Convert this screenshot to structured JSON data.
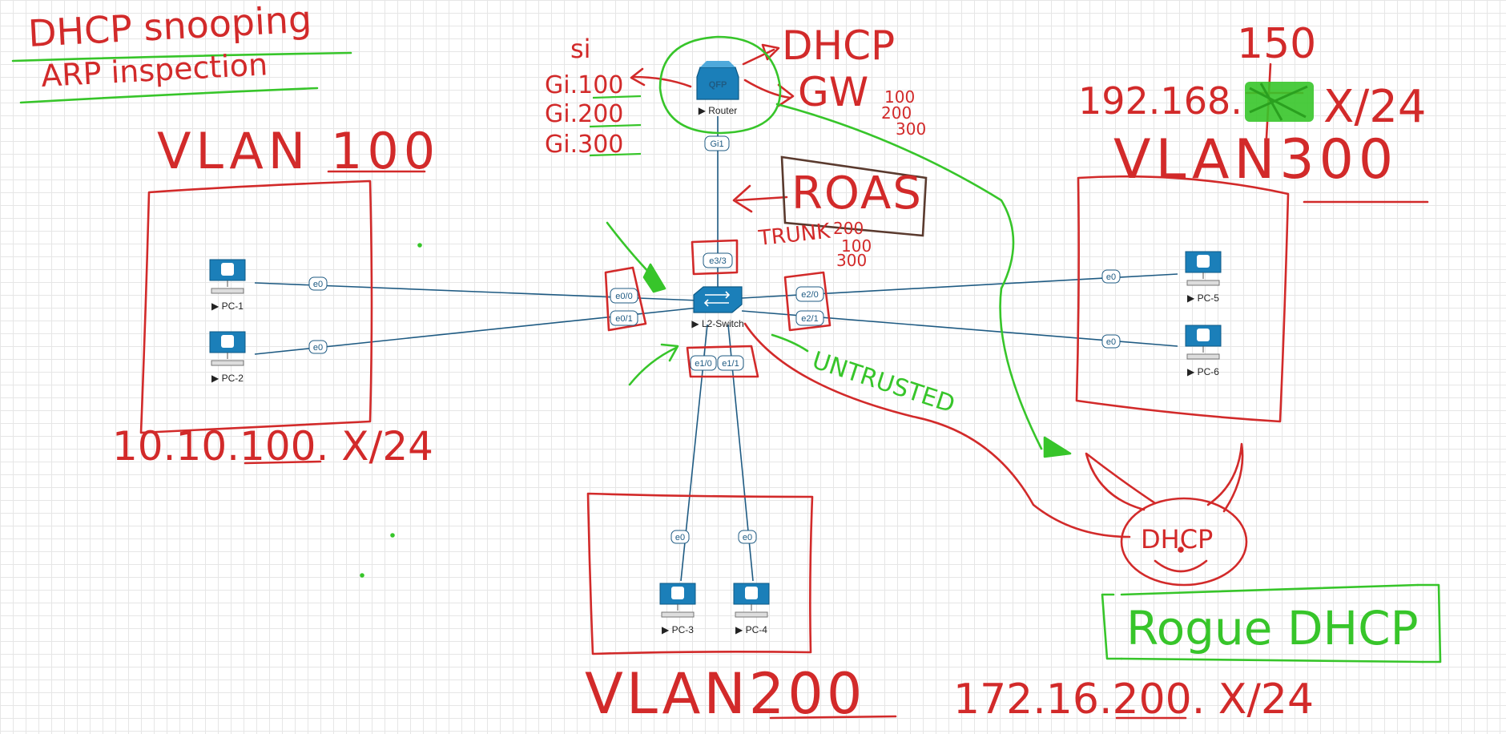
{
  "annotations": {
    "title_line1": "DHCP snooping",
    "title_line2": "ARP inspection",
    "vlan100": "VLAN 100",
    "vlan200": "VLAN200",
    "vlan300": "VLAN300",
    "subnet100": "10.10.100. X/24",
    "subnet200": "172.16.200. X/24",
    "subnet300_prefix": "192.168.",
    "subnet300_suffix": "X/24",
    "num150": "150",
    "si": "si",
    "gi100": "Gi.100",
    "gi200": "Gi.200",
    "gi300": "Gi.300",
    "dhcp": "DHCP",
    "gw": "GW",
    "gw_vlans": [
      "100",
      "200",
      "300"
    ],
    "rods": "ROAS",
    "trunk": "TRUNK",
    "trunk_vlans": [
      "200",
      "100",
      "300"
    ],
    "untrusted": "UNTRUSTED",
    "rogue_dhcp": "Rogue DHCP",
    "rogue_face": "DHCP"
  },
  "nodes": {
    "router": {
      "label": "Router",
      "badge": "QFP"
    },
    "switch": {
      "label": "L2-Switch"
    },
    "pc1": {
      "label": "PC-1"
    },
    "pc2": {
      "label": "PC-2"
    },
    "pc3": {
      "label": "PC-3"
    },
    "pc4": {
      "label": "PC-4"
    },
    "pc5": {
      "label": "PC-5"
    },
    "pc6": {
      "label": "PC-6"
    }
  },
  "ports": {
    "gi1": "Gi1",
    "e3_3": "e3/3",
    "e0_0": "e0/0",
    "e0_1": "e0/1",
    "e2_0": "e2/0",
    "e2_1": "e2/1",
    "e1_0": "e1/0",
    "e1_1": "e1/1",
    "pc1_e0": "e0",
    "pc2_e0": "e0",
    "pc3_e0": "e0",
    "pc4_e0": "e0",
    "pc5_e0": "e0",
    "pc6_e0": "e0"
  },
  "colors": {
    "annotation_red": "#d22a2a",
    "annotation_green": "#37c52a",
    "annotation_brown": "#5a3a2e",
    "link_blue": "#1f5b83",
    "device_blue": "#1b7fb9"
  }
}
